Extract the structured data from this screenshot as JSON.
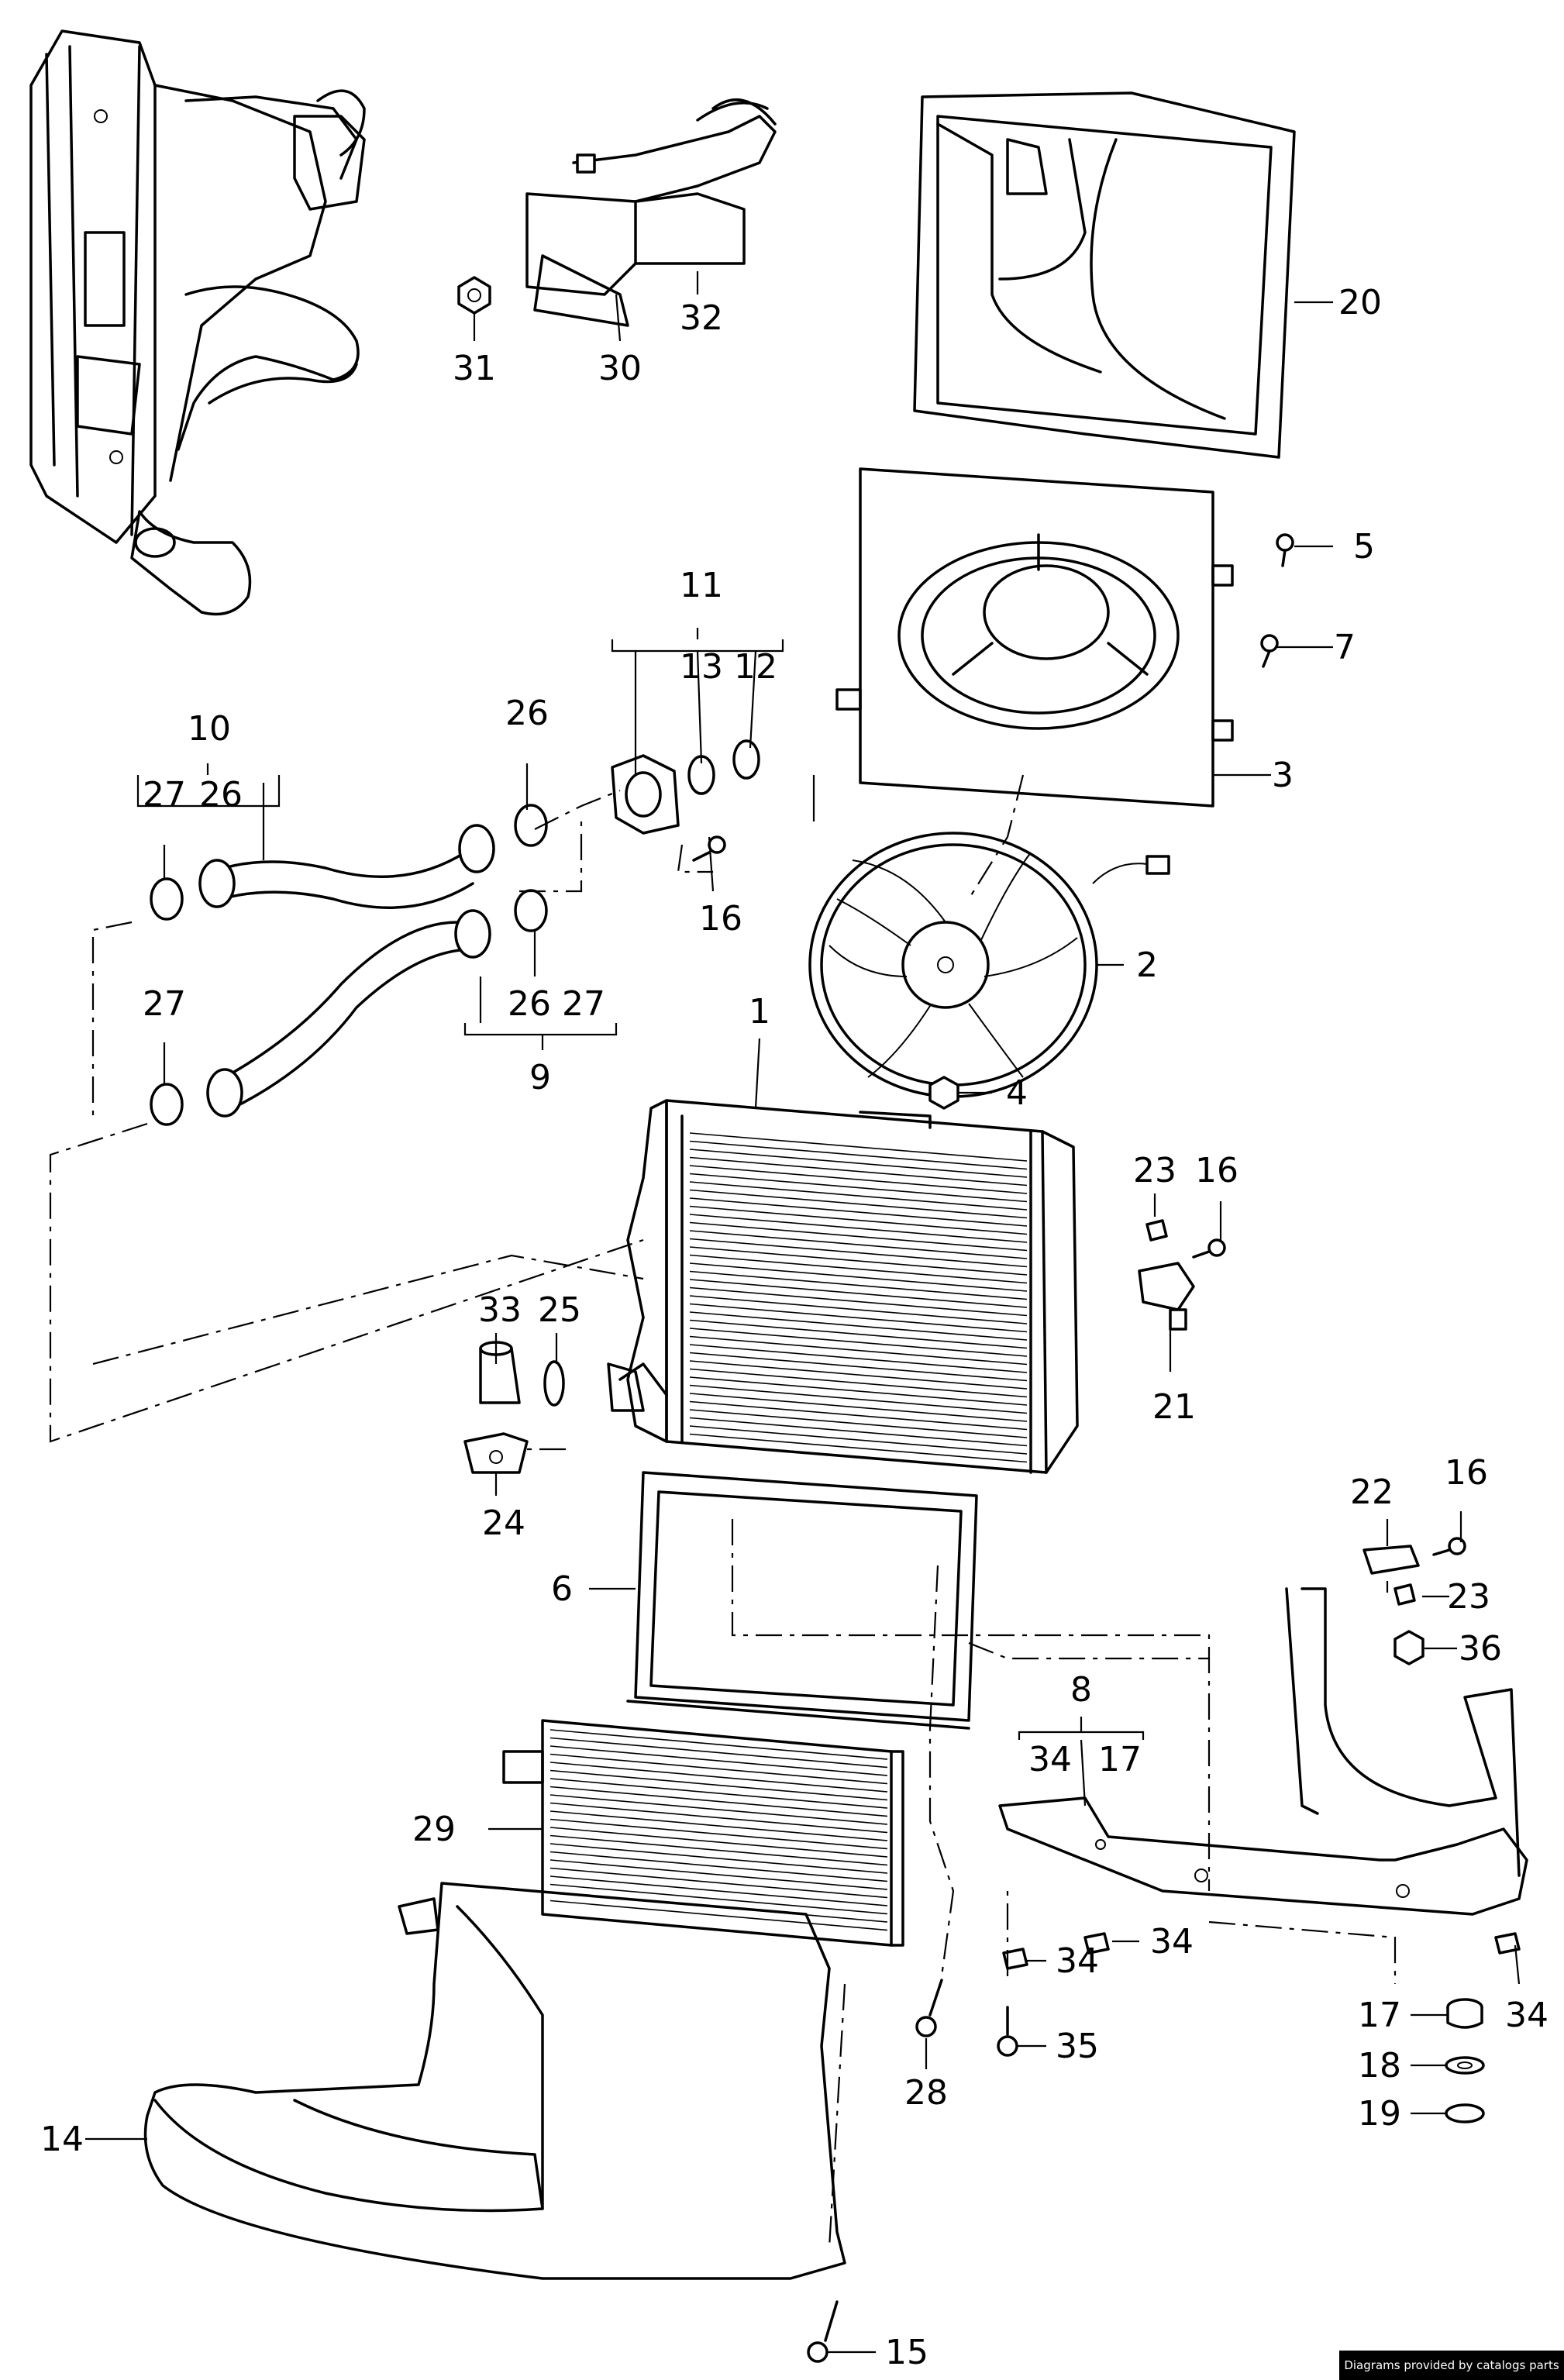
{
  "credit": "Diagrams provided by catalogs parts",
  "callouts": {
    "c1": "1",
    "c2": "2",
    "c3": "3",
    "c4": "4",
    "c5": "5",
    "c6": "6",
    "c7": "7",
    "c8": "8",
    "c9": "9",
    "c10": "10",
    "c11": "11",
    "c12": "12",
    "c13": "13",
    "c14": "14",
    "c15": "15",
    "c16a": "16",
    "c16b": "16",
    "c16c": "16",
    "c17a": "17",
    "c17b": "17",
    "c18": "18",
    "c19": "19",
    "c20": "20",
    "c21": "21",
    "c22": "22",
    "c23a": "23",
    "c23b": "23",
    "c24": "24",
    "c25": "25",
    "c26a": "26",
    "c26b": "26",
    "c26c": "26",
    "c27a": "27",
    "c27b": "27",
    "c27c": "27",
    "c28": "28",
    "c29": "29",
    "c30": "30",
    "c31": "31",
    "c32": "32",
    "c33": "33",
    "c34a": "34",
    "c34b": "34",
    "c34c": "34",
    "c34d": "34",
    "c35": "35",
    "c36": "36"
  }
}
